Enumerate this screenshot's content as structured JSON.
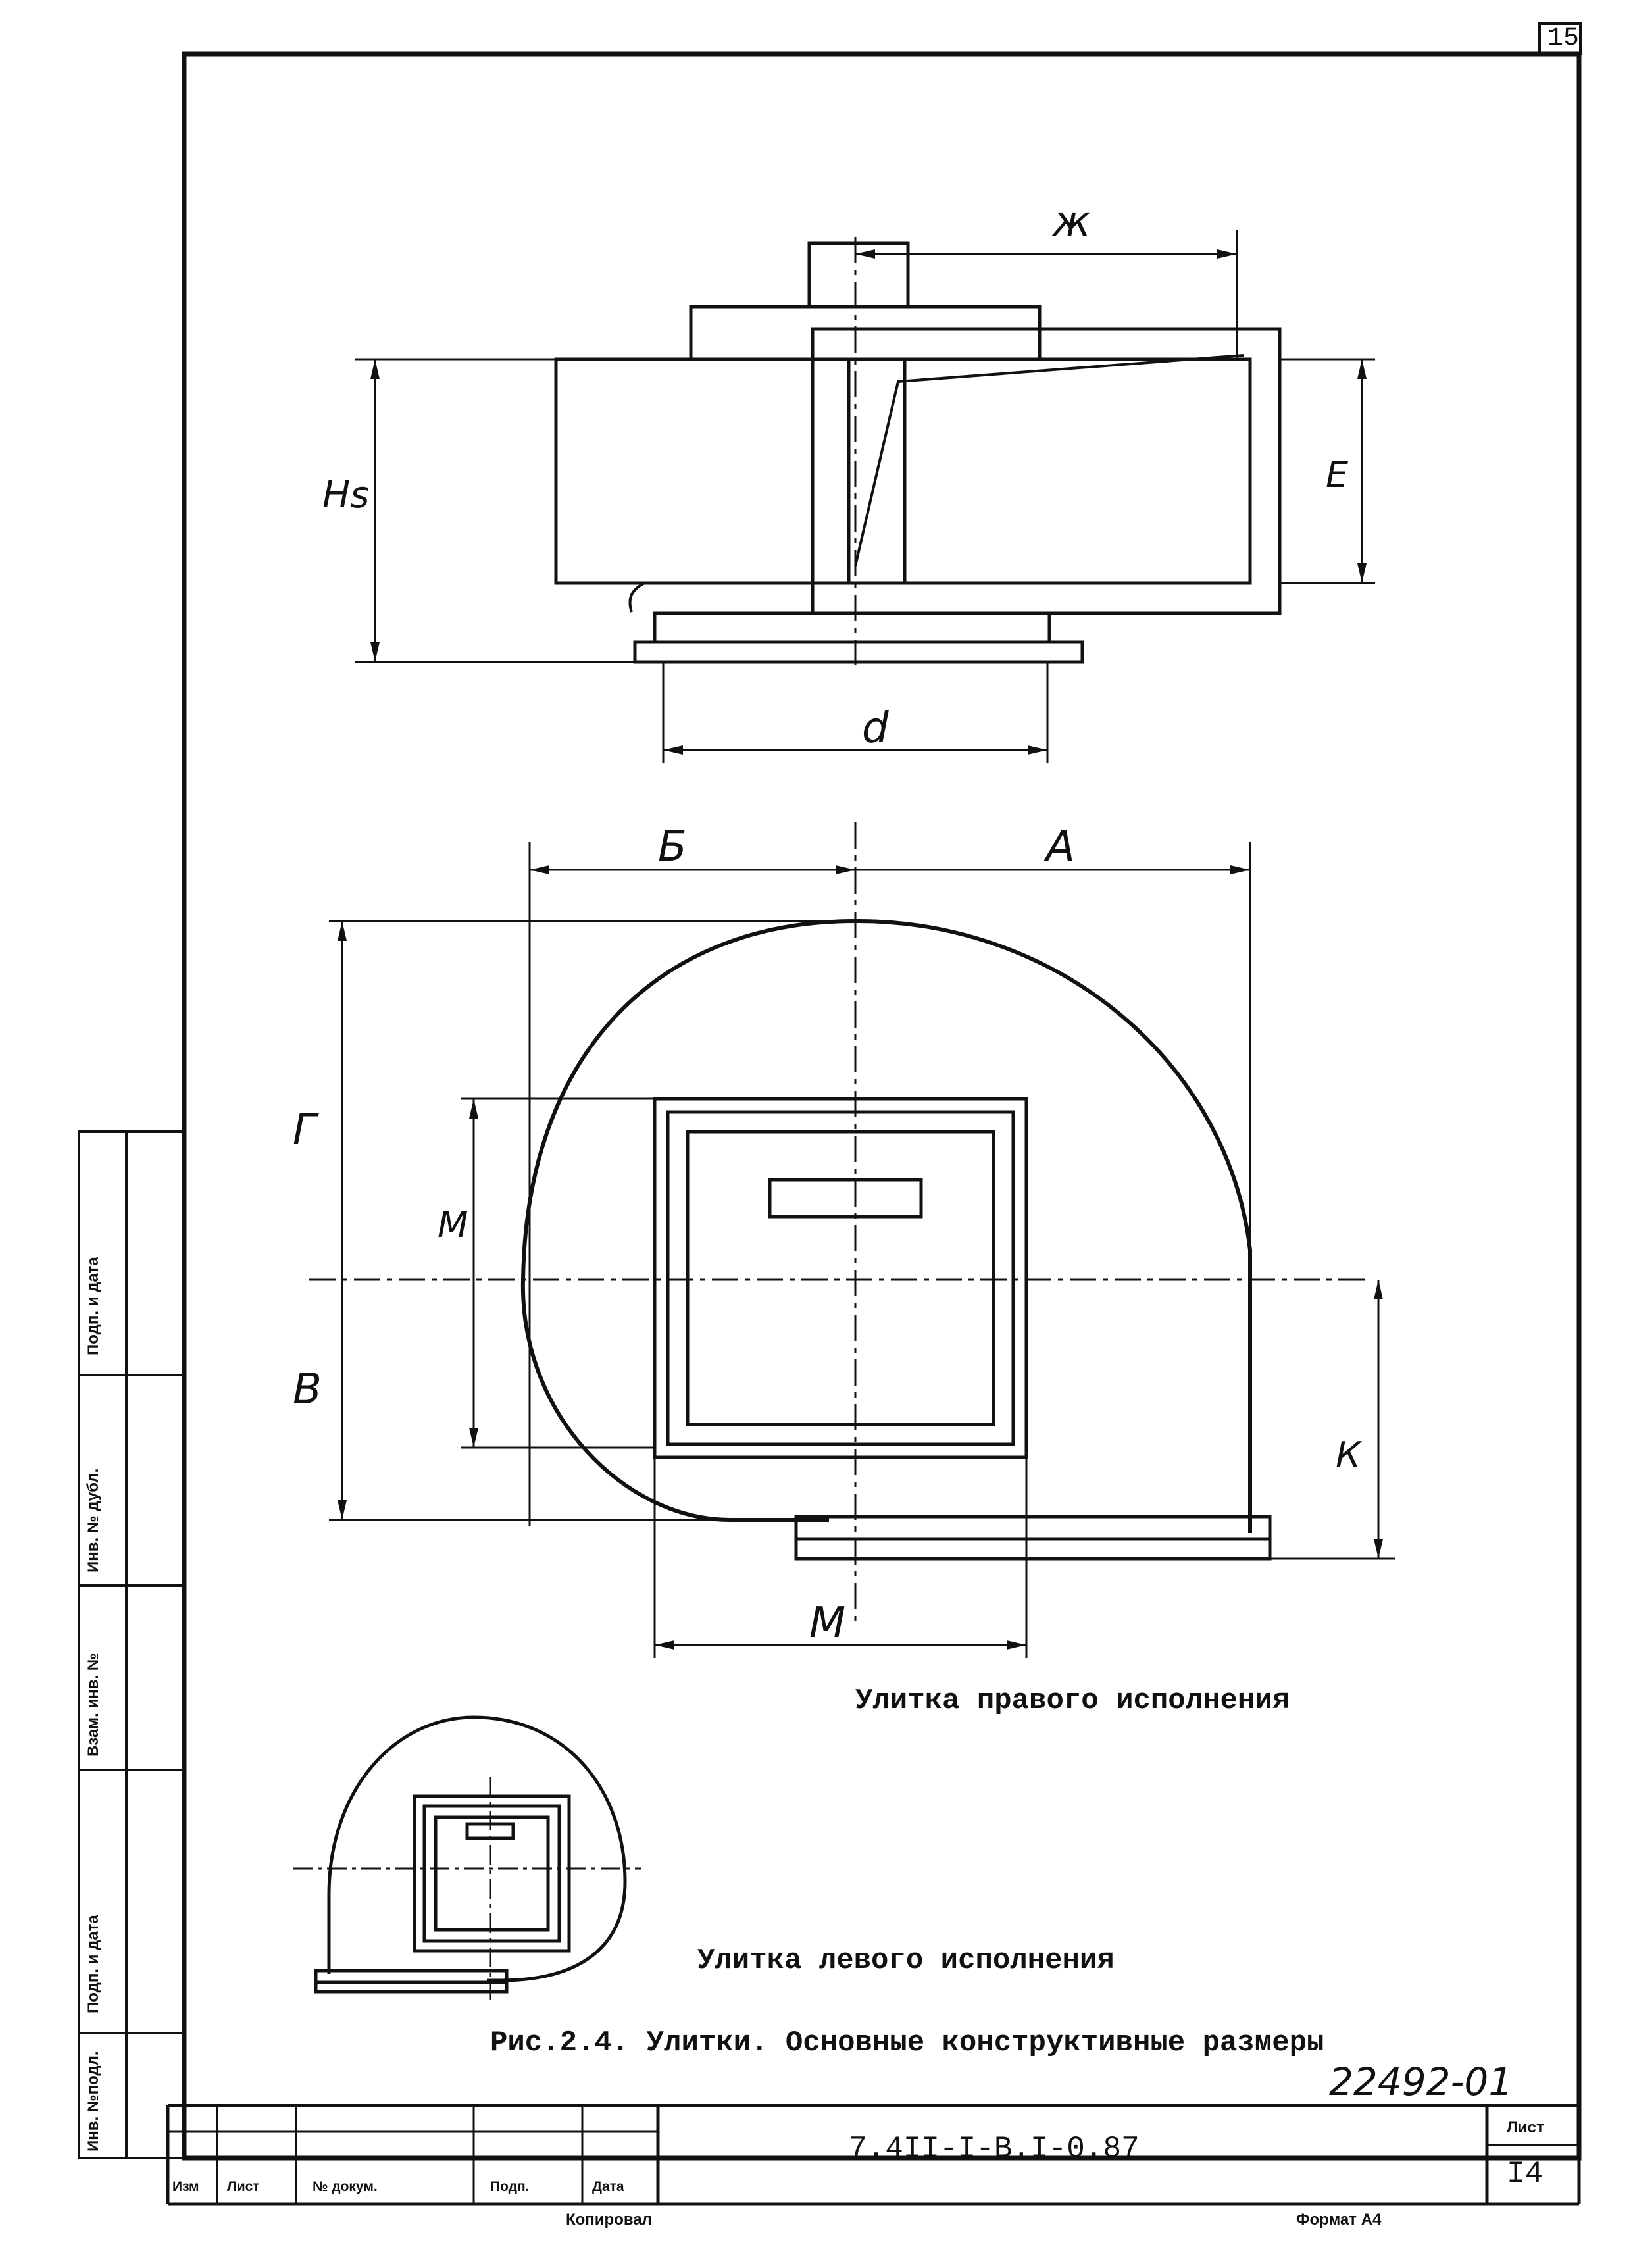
{
  "sheet": {
    "page_number": "15",
    "ink_color": "#111111",
    "paper_color": "#ffffff"
  },
  "dimensions": {
    "zh": "ж",
    "E": "Е",
    "Hs": "Hs",
    "d": "d",
    "B_cyr": "Б",
    "A": "А",
    "G": "Г",
    "M_top": "М",
    "V": "В",
    "K": "К",
    "M_bottom": "М"
  },
  "captions": {
    "right": "Улитка правого исполнения",
    "left": "Улитка левого исполнения",
    "figure": "Рис.2.4. Улитки. Основные конструктивные размеры",
    "archive_number": "22492-01"
  },
  "title_block": {
    "doc_code": "7.4II-I-В.I-0.87",
    "sheet_label": "Лист",
    "sheet_number": "I4",
    "cols": [
      "Изм",
      "Лист",
      "№ докум.",
      "Подп.",
      "Дата"
    ],
    "copied": "Копировал",
    "format": "Формат А4"
  },
  "side_stamp": [
    "Инв. №подл.",
    "Подп. и дата",
    "Взам. инв. №",
    "Инв. № дубл.",
    "Подп. и дата"
  ]
}
